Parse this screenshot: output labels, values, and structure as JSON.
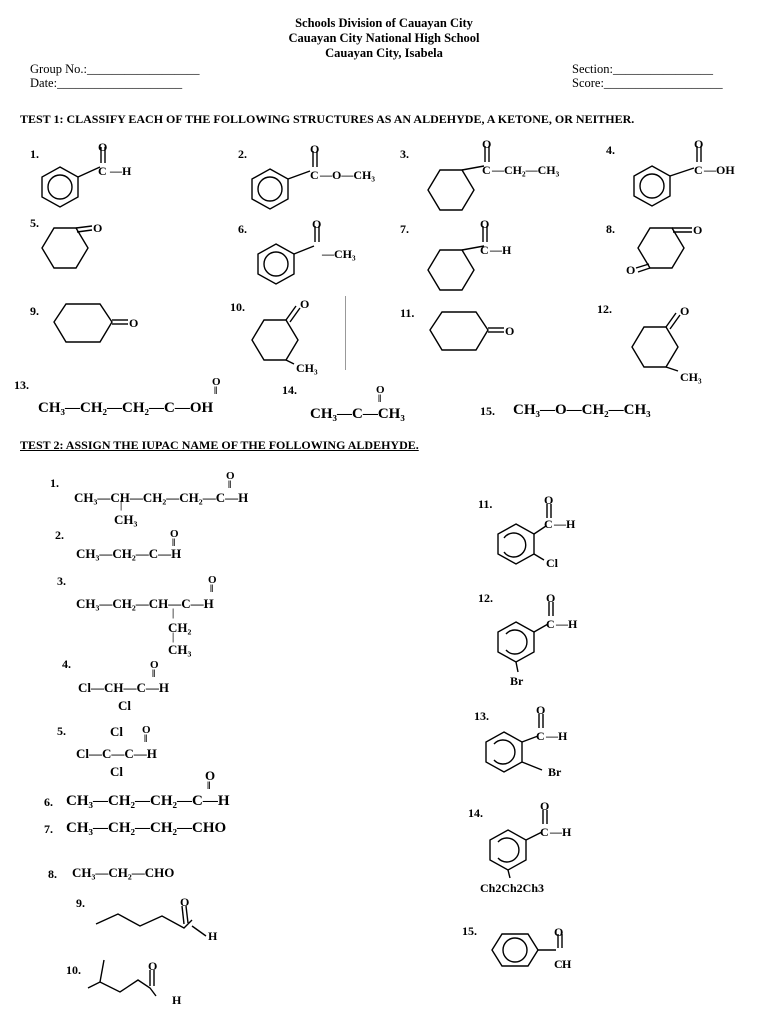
{
  "header": {
    "line1": "Schools Division of Cauayan City",
    "line2": "Cauayan City National High School",
    "line3": "Cauayan City, Isabela"
  },
  "fields": {
    "group": "Group No.:__________________",
    "date": "Date:____________________",
    "section": "Section:________________",
    "score": "Score:___________________"
  },
  "test1": {
    "title": "TEST 1: CLASSIFY EACH OF THE FOLLOWING STRUCTURES AS AN ALDEHYDE, A KETONE, OR NEITHER.",
    "nums": [
      "1.",
      "2.",
      "3.",
      "4.",
      "5.",
      "6.",
      "7.",
      "8.",
      "9.",
      "10.",
      "11.",
      "12.",
      "13.",
      "14.",
      "15."
    ],
    "formulas": {
      "f13": "CH₃—CH₂—CH₂—C—OH",
      "f14": "CH₃—C—CH₃",
      "f15": "CH₃—O—CH₂—CH₃"
    }
  },
  "test2": {
    "title": "TEST 2: ASSIGN THE IUPAC NAME OF THE FOLLOWING ALDEHYDE.",
    "nums": [
      "1.",
      "2.",
      "3.",
      "4.",
      "5.",
      "6.",
      "7.",
      "8.",
      "9.",
      "10.",
      "11.",
      "12.",
      "13.",
      "14.",
      "15."
    ],
    "formulas": {
      "f1": "CH₃—CH—CH₂—CH₂—C—H",
      "f1sub": "CH₃",
      "f2": "CH₃—CH₂—C—H",
      "f3": "CH₃—CH₂—CH—C—H",
      "f3sub1": "CH₂",
      "f3sub2": "CH₃",
      "f4": "Cl—CH—C—H",
      "f4sub": "Cl",
      "f5": "Cl—C—C—H",
      "f5top": "Cl",
      "f5sub": "Cl",
      "f6": "CH₃—CH₂—CH₂—C—H",
      "f7": "CH₃—CH₂—CH₂—CHO",
      "f8": "CH₃—CH₂—CHO",
      "sub11": "Cl",
      "sub12": "Br",
      "sub13": "Br",
      "sub14": "Ch2Ch2Ch3"
    }
  }
}
